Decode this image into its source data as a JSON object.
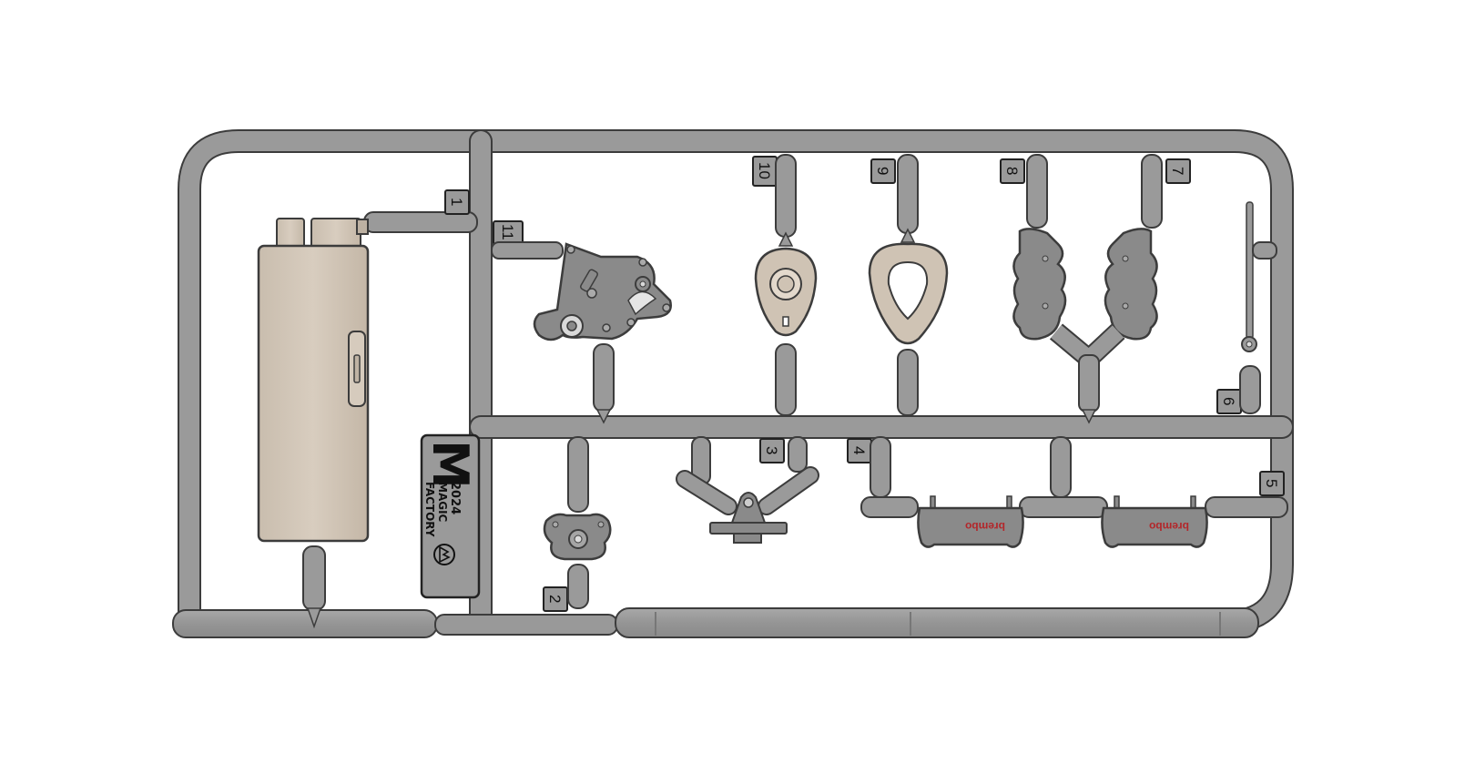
{
  "sprue": {
    "part_numbers": {
      "p1": "1",
      "p2": "2",
      "p3": "3",
      "p4": "4",
      "p5": "5",
      "p6": "6",
      "p7": "7",
      "p8": "8",
      "p9": "9",
      "p10": "10",
      "p11": "11"
    },
    "brand": {
      "monogram": "M",
      "year": "2024",
      "line1": "MAGIC",
      "line2": "FACTORY"
    },
    "caliper_brand": "brembo"
  },
  "colors": {
    "runner": "#9a9a9a",
    "runner_outline": "#3c3c3c",
    "part_gray": "#8a8a8a",
    "part_beige": "#cfc3b4",
    "brembo_red": "#b3262a"
  },
  "icons": {
    "brand_logo": "magic-factory-mountain-logo"
  }
}
